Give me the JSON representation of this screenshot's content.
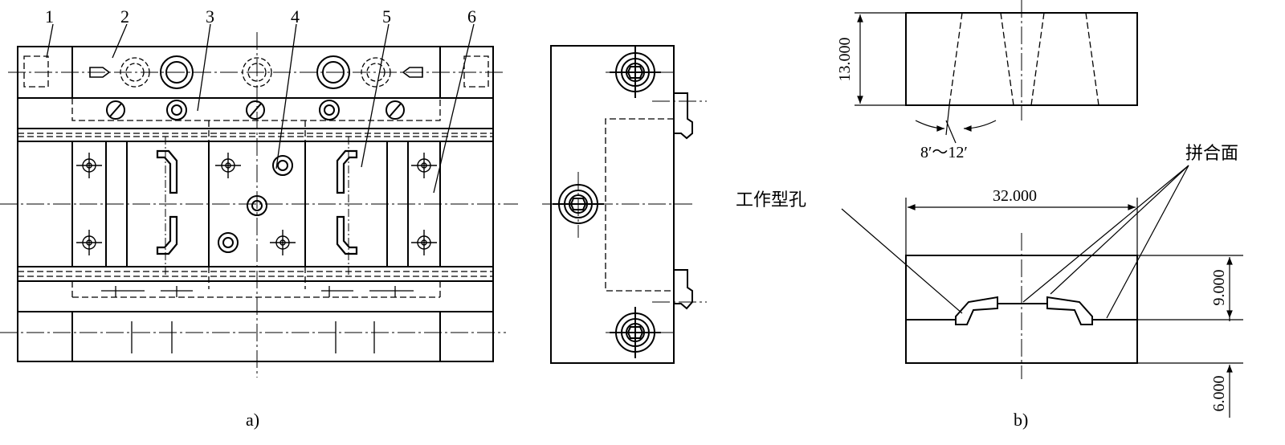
{
  "figure_a": {
    "caption": "a)",
    "part_labels": [
      "1",
      "2",
      "3",
      "4",
      "5",
      "6"
    ]
  },
  "figure_b": {
    "caption": "b)",
    "dims": {
      "height_top": "13.000",
      "width": "32.000",
      "height_mid": "9.000",
      "height_bottom": "6.000"
    },
    "angle_label": "8′～12′",
    "callouts": {
      "working_hole": "工作型孔",
      "joint_face": "拼合面"
    }
  }
}
